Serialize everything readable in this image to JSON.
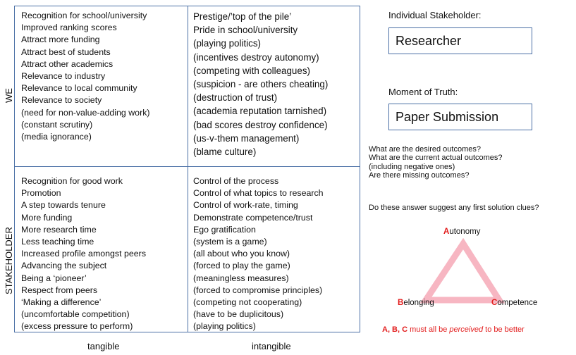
{
  "grid": {
    "rows": [
      "WE",
      "STAKEHOLDER"
    ],
    "columns": [
      "tangible",
      "intangible"
    ],
    "we_tangible": [
      "Recognition for school/university",
      "Improved ranking scores",
      "Attract more funding",
      "Attract best of students",
      "Attract other academics",
      "Relevance to industry",
      "Relevance to local community",
      "Relevance to society",
      "(need for non-value-adding work)",
      "(constant scrutiny)",
      "(media ignorance)"
    ],
    "we_intangible": [
      "Prestige/’top of the pile’",
      "Pride in school/university",
      "(playing politics)",
      "(incentives destroy autonomy)",
      "(competing with colleagues)",
      "(suspicion - are others cheating)",
      "(destruction of trust)",
      "(academia reputation tarnished)",
      "(bad scores destroy confidence)",
      "(us-v-them management)",
      "(blame culture)"
    ],
    "stakeholder_tangible": [
      "Recognition for good work",
      "Promotion",
      "A step towards tenure",
      "More funding",
      "More research time",
      "Less teaching time",
      "Increased profile amongst peers",
      "Advancing the subject",
      "Being a ‘pioneer’",
      "Respect from peers",
      "‘Making a difference’",
      "(uncomfortable competition)",
      "(excess pressure to perform)"
    ],
    "stakeholder_intangible": [
      "Control of the process",
      "Control of what topics to research",
      "Control of work-rate, timing",
      "Demonstrate competence/trust",
      "Ego gratification",
      "(system is a game)",
      "(all about who you know)",
      "(forced to play the game)",
      "(meaningless measures)",
      "(forced to compromise principles)",
      "(competing not cooperating)",
      "(have to be duplicitous)",
      "(playing politics)"
    ]
  },
  "side": {
    "stakeholder_label": "Individual Stakeholder:",
    "stakeholder_value": "Researcher",
    "moment_label": "Moment of Truth:",
    "moment_value": "Paper Submission",
    "questions": [
      "What are the desired outcomes?",
      "What are the current actual outcomes?",
      "(including negative ones)",
      "Are there missing outcomes?"
    ],
    "clue_question": "Do these answer suggest any first solution clues?"
  },
  "triangle": {
    "color": "#f7b6c2",
    "highlight_color": "#e21b1b",
    "a_first": "A",
    "a_rest": "utonomy",
    "b_first": "B",
    "b_rest": "elonging",
    "c_first": "C",
    "c_rest": "ompetence"
  },
  "footnote": {
    "strong": "A, B, C",
    "mid": " must all be ",
    "emph": "perceived",
    "tail": " to be better"
  }
}
